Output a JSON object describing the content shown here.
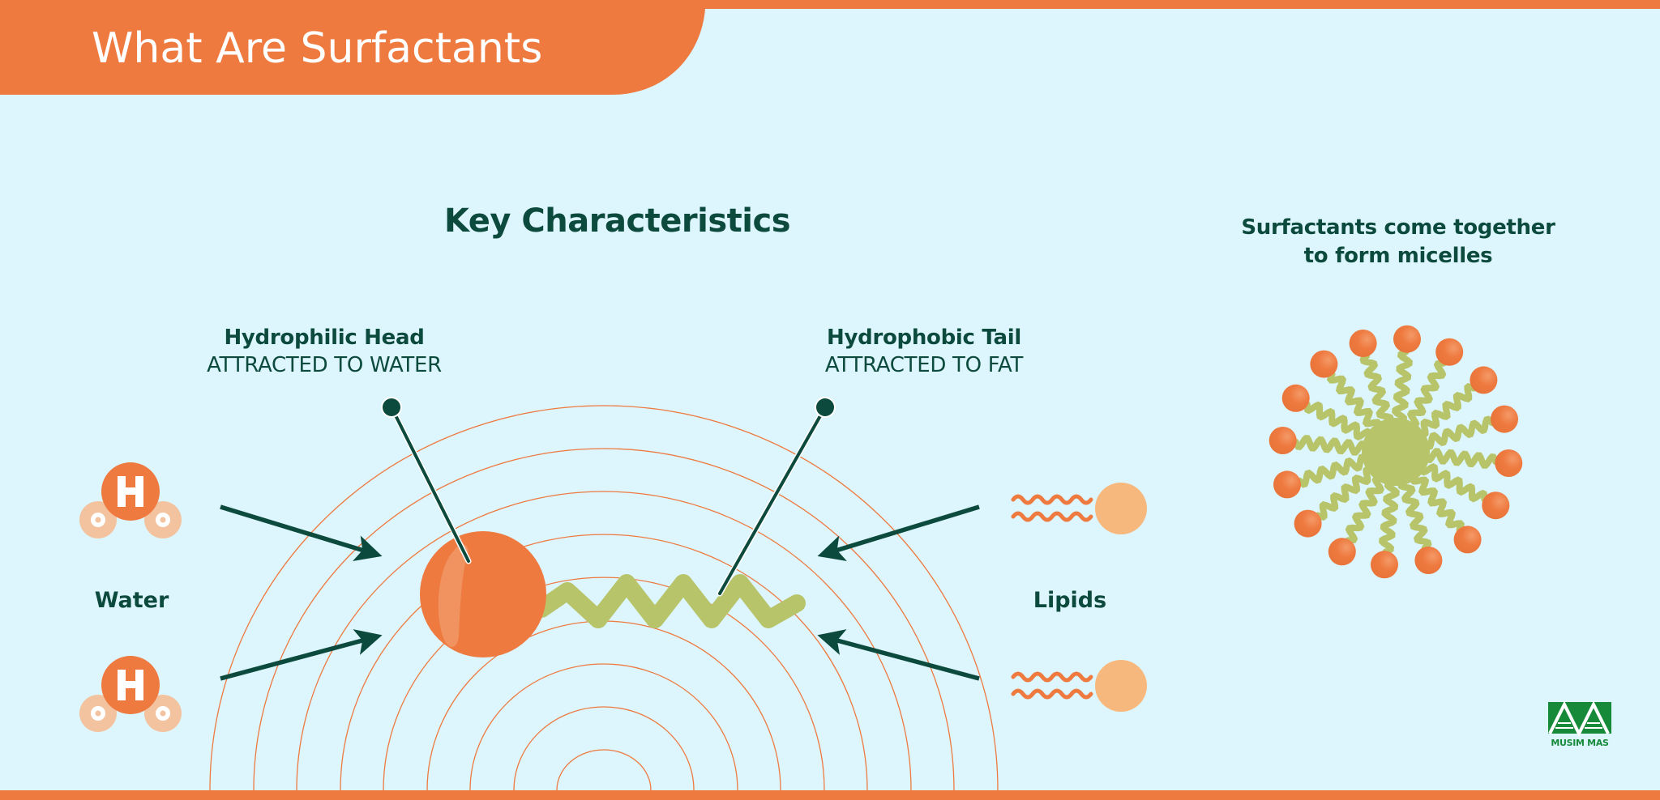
{
  "header": {
    "title": "What Are Surfactants"
  },
  "main": {
    "heading": "Key Characteristics",
    "hydrophilic": {
      "title": "Hydrophilic Head",
      "subtitle": "ATTRACTED TO WATER"
    },
    "hydrophobic": {
      "title": "Hydrophobic Tail",
      "subtitle": "ATTRACTED TO FAT"
    },
    "left_group": {
      "label": "Water",
      "molecule_letter_center": "H",
      "molecule_letter_side": "O",
      "count": 2
    },
    "right_group": {
      "label": "Lipids",
      "count": 2
    }
  },
  "micelle": {
    "caption_line1": "Surfactants come together",
    "caption_line2": "to form micelles",
    "head_count": 16
  },
  "logo": {
    "text": "MUSIM MAS"
  },
  "colors": {
    "background": "#ddf5fd",
    "accent_orange": "#ee7a40",
    "dark_green": "#0b4a3c",
    "tail_green": "#b8c46a",
    "light_orange": "#f7b87e",
    "pale_orange": "#f3c3a0",
    "logo_green": "#178a3a"
  }
}
